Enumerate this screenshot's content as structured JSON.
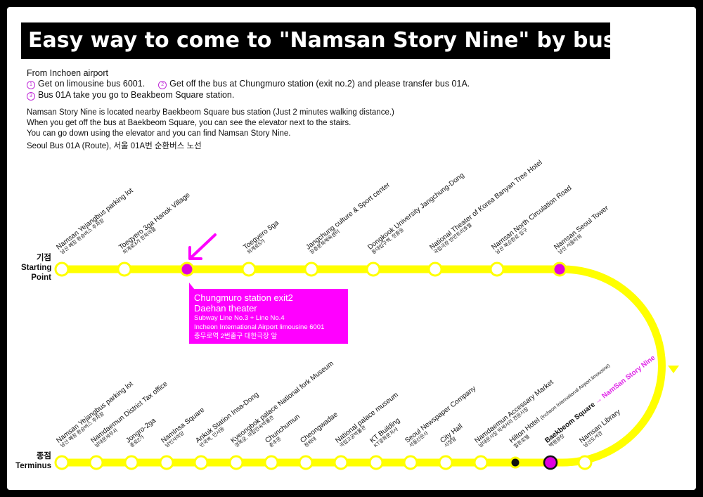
{
  "header": {
    "title": "Easy way to come to \"Namsan Story Nine\" by bus."
  },
  "intro": {
    "from": "From Inchoen airport",
    "step1_num": "1",
    "step1": "Get on limousine bus 6001.",
    "step2_num": "2",
    "step2": "Get off the bus at Chungmuro station (exit no.2) and please transfer bus 01A.",
    "step3_num": "3",
    "step3": "Bus 01A take you go to Beakbeom Square station."
  },
  "notes": {
    "line1": "Namsan Story Nine is located nearby Baekbeom Square bus station (Just 2 minutes walking distance.)",
    "line2": "When you get off the bus at Baekbeom Square, you can see the elevator next to the stairs.",
    "line3": "You can go down using the elevator and you can find Namsan Story Nine.",
    "line4": "Seoul Bus 01A (Route), 서울 01A번 순환버스 노선"
  },
  "start": {
    "ko": "기점",
    "line1": "Starting",
    "line2": "Point"
  },
  "end": {
    "ko": "종점",
    "line1": "Terminus"
  },
  "callout": {
    "line1": "Chungmuro station exit2",
    "line2": "Daehan theater",
    "line3": "Subway Line No.3 + Line No.4",
    "line4": "Incheon International Airport limousine 6001",
    "line5": "충무로역 2번출구 대한극장 앞"
  },
  "top_stops": [
    {
      "en": "Namsan Yejangbus parking lot",
      "ko": "남산 예장 환승버스 주차장"
    },
    {
      "en": "Toegyero 3ga Hanok Village",
      "ko": "퇴계로3가 한옥마을"
    },
    {
      "en": "",
      "ko": ""
    },
    {
      "en": "Toegyero 5ga",
      "ko": "퇴계로5가"
    },
    {
      "en": "Jangchung culture & Sport center",
      "ko": "장충문화체육센터"
    },
    {
      "en": "Dongkook University Jangchung-Dong",
      "ko": "동대입구역, 장충동"
    },
    {
      "en": "National Theater of Korea Banyan Tree Hotel",
      "ko": "국립극장 반얀트리호텔"
    },
    {
      "en": "Namsan North Circulation Road",
      "ko": "남산 북순환로 입구"
    },
    {
      "en": "Namsan Seoul Tower",
      "ko": "남산 서울타워"
    }
  ],
  "bottom_stops": [
    {
      "en": "Namsan Yejangbus parking lot",
      "ko": "남산 예장 환승버스 주차장"
    },
    {
      "en": "Namdaemun District Tax office",
      "ko": "남대문세무서"
    },
    {
      "en": "Jongro-2ga",
      "ko": "종로2가"
    },
    {
      "en": "NamInsa Square",
      "ko": "남인사마당"
    },
    {
      "en": "Ankuk Station Insa-Dong",
      "ko": "안국역, 인사동"
    },
    {
      "en": "Kyeongbok palace National fork Museum",
      "ko": "경복궁, 국립민속박물관"
    },
    {
      "en": "Chunchumun",
      "ko": "춘추문"
    },
    {
      "en": "Cheongwadae",
      "ko": "청와대"
    },
    {
      "en": "National palace museum",
      "ko": "국립고궁박물관"
    },
    {
      "en": "KT Building",
      "ko": "KT광화문지사"
    },
    {
      "en": "Seoul Newspaper Company",
      "ko": "서울신문사"
    },
    {
      "en": "City Hall",
      "ko": "시청앞"
    },
    {
      "en": "Namdaemun Accessary Market",
      "ko": "남대문시장 악세서리 전문시장"
    },
    {
      "en": "Hilton Hotel",
      "en_extra": "(Incheon International Airport limousine)",
      "ko": "힐튼호텔"
    },
    {
      "en": "Baekbeom Square",
      "arrow": "→ NamSan Story Nine",
      "ko": "백범광장"
    },
    {
      "en": "Namsan Library",
      "ko": "남산도서관"
    }
  ],
  "colors": {
    "route": "#ffff00",
    "accent": "#ff00ff",
    "text": "#111111",
    "frame": "#000000"
  },
  "icons": {
    "arrow": "pink-arrow-icon",
    "direction": "direction-arrow-icon"
  }
}
